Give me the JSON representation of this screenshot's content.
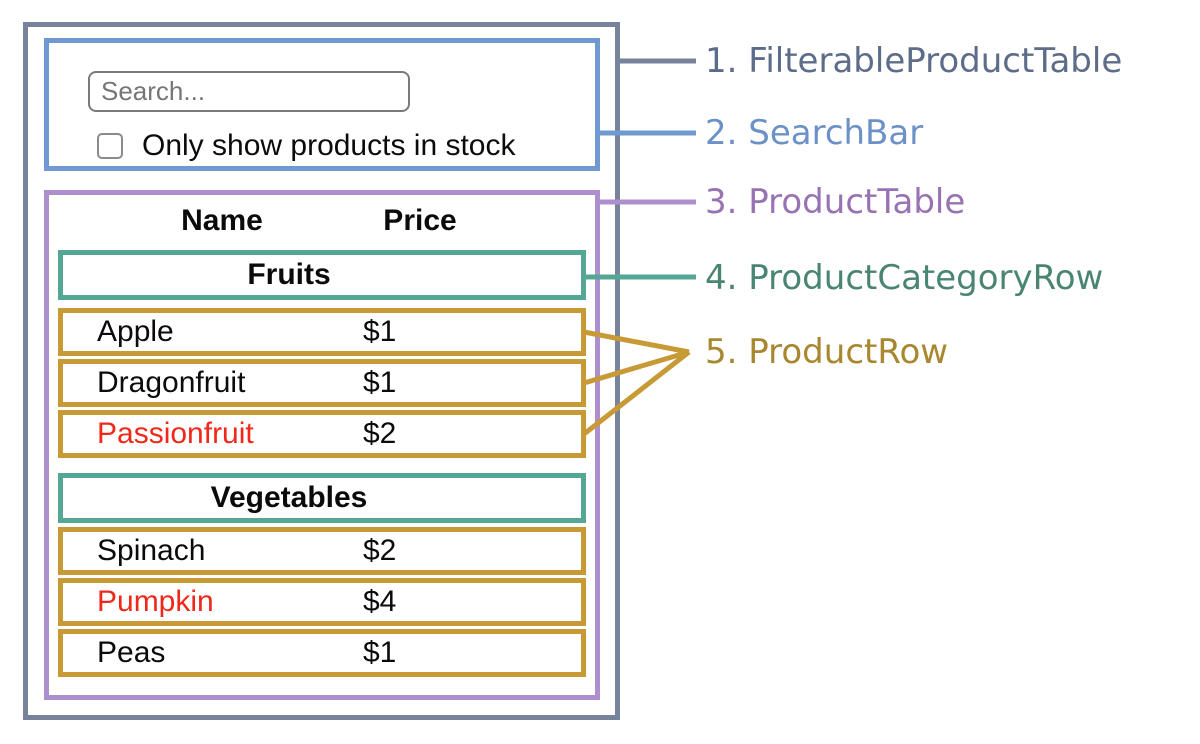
{
  "colors": {
    "slate": "#76839B",
    "blue": "#7099D1",
    "purple": "#AE8FCD",
    "teal": "#55A795",
    "gold": "#C79A36",
    "slate_text": "#5D6C88",
    "blue_text": "#6B91C7",
    "purple_text": "#9873B3",
    "teal_text": "#4A8574",
    "gold_text": "#A8872F",
    "out_of_stock_red": "#F0281A"
  },
  "search_bar": {
    "placeholder": "Search...",
    "checkbox_label": "Only show products in stock"
  },
  "table": {
    "headers": [
      "Name",
      "Price"
    ],
    "sections": [
      {
        "category": "Fruits",
        "rows": [
          {
            "name": "Apple",
            "price": "$1"
          },
          {
            "name": "Dragonfruit",
            "price": "$1"
          },
          {
            "name": "Passionfruit",
            "price": "$2",
            "color": "#F0281A"
          }
        ]
      },
      {
        "category": "Vegetables",
        "rows": [
          {
            "name": "Spinach",
            "price": "$2"
          },
          {
            "name": "Pumpkin",
            "price": "$4",
            "color": "#F0281A"
          },
          {
            "name": "Peas",
            "price": "$1"
          }
        ]
      }
    ]
  },
  "legend": {
    "labels": [
      {
        "text": "1. FilterableProductTable",
        "color": "#5D6C88"
      },
      {
        "text": "2. SearchBar",
        "color": "#6B91C7"
      },
      {
        "text": "3. ProductTable",
        "color": "#9873B3"
      },
      {
        "text": "4. ProductCategoryRow",
        "color": "#4A8574"
      },
      {
        "text": "5. ProductRow",
        "color": "#A8872F"
      }
    ]
  }
}
